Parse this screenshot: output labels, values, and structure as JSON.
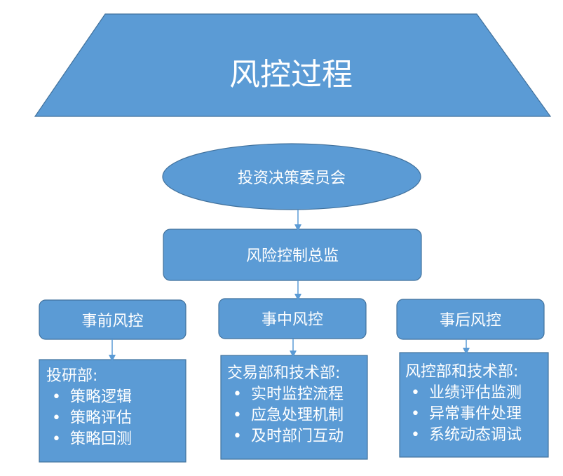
{
  "title": "风控过程",
  "committee": "投资决策委员会",
  "director": "风险控制总监",
  "stages": [
    {
      "name": "事前风控",
      "department": "投研部:",
      "items": [
        "策略逻辑",
        "策略评估",
        "策略回测"
      ]
    },
    {
      "name": "事中风控",
      "department": "交易部和技术部:",
      "items": [
        "实时监控流程",
        "应急处理机制",
        "及时部门互动"
      ]
    },
    {
      "name": "事后风控",
      "department": "风控部和技术部:",
      "items": [
        "业绩评估监测",
        "异常事件处理",
        "系统动态调试"
      ]
    }
  ],
  "colors": {
    "fill": "#5b9bd5",
    "stroke": "#41719c",
    "text": "#ffffff"
  }
}
